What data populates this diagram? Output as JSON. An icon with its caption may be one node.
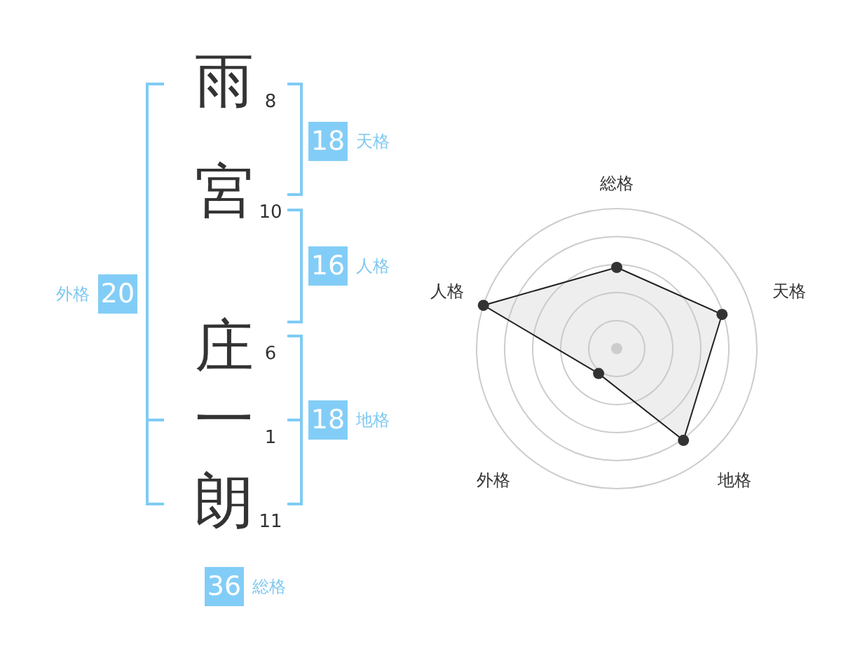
{
  "diagram": {
    "nodes": [
      {
        "text": [
          "18"
        ],
        "beside": [
          "天格"
        ]
      },
      {
        "text": [
          "16"
        ],
        "beside": [
          "人格"
        ]
      },
      {
        "text": [
          "18"
        ],
        "beside": [
          "地格"
        ]
      },
      {
        "text": [
          "20"
        ],
        "beside": [
          "外格"
        ]
      },
      {
        "text": [
          "36"
        ],
        "beside": [
          "総格"
        ]
      }
    ],
    "labels": [
      "雨",
      "8",
      "宮",
      "10",
      "庄",
      "6",
      "一",
      "1",
      "朗",
      "11",
      "総格",
      "人格",
      "天格",
      "外格",
      "地格"
    ]
  }
}
